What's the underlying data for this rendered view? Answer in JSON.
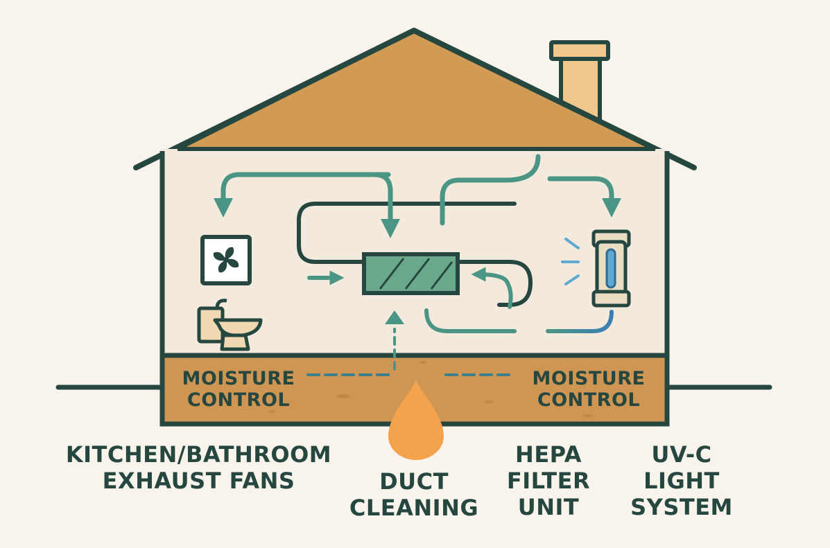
{
  "labels": {
    "moisture_left": {
      "line1": "MOISTURE",
      "line2": "CONTROL"
    },
    "moisture_right": {
      "line1": "MOISTURE",
      "line2": "CONTROL"
    },
    "exhaust": {
      "line1": "KITCHEN/BATHROOM",
      "line2": "EXHAUST FANS"
    },
    "duct": {
      "line1": "DUCT",
      "line2": "CLEANING"
    },
    "hepa": {
      "line1": "HEPA",
      "line2": "FILTER",
      "line3": "UNIT"
    },
    "uvc": {
      "line1": "UV-C",
      "line2": "LIGHT",
      "line3": "SYSTEM"
    }
  },
  "icons": [
    "exhaust-fan-icon",
    "toilet-icon",
    "hepa-filter-icon",
    "uv-c-lamp-icon",
    "water-droplet-icon",
    "chimney-icon"
  ],
  "colors": {
    "background": "#f8f4ec",
    "outline": "#264740",
    "roof": "#d19a55",
    "wall": "#f3e9dd",
    "basement": "#cf9552",
    "airflow": "#4a9584",
    "filter": "#6aa98c",
    "uv_light": "#5fa8d0",
    "droplet": "#f4a24c"
  }
}
